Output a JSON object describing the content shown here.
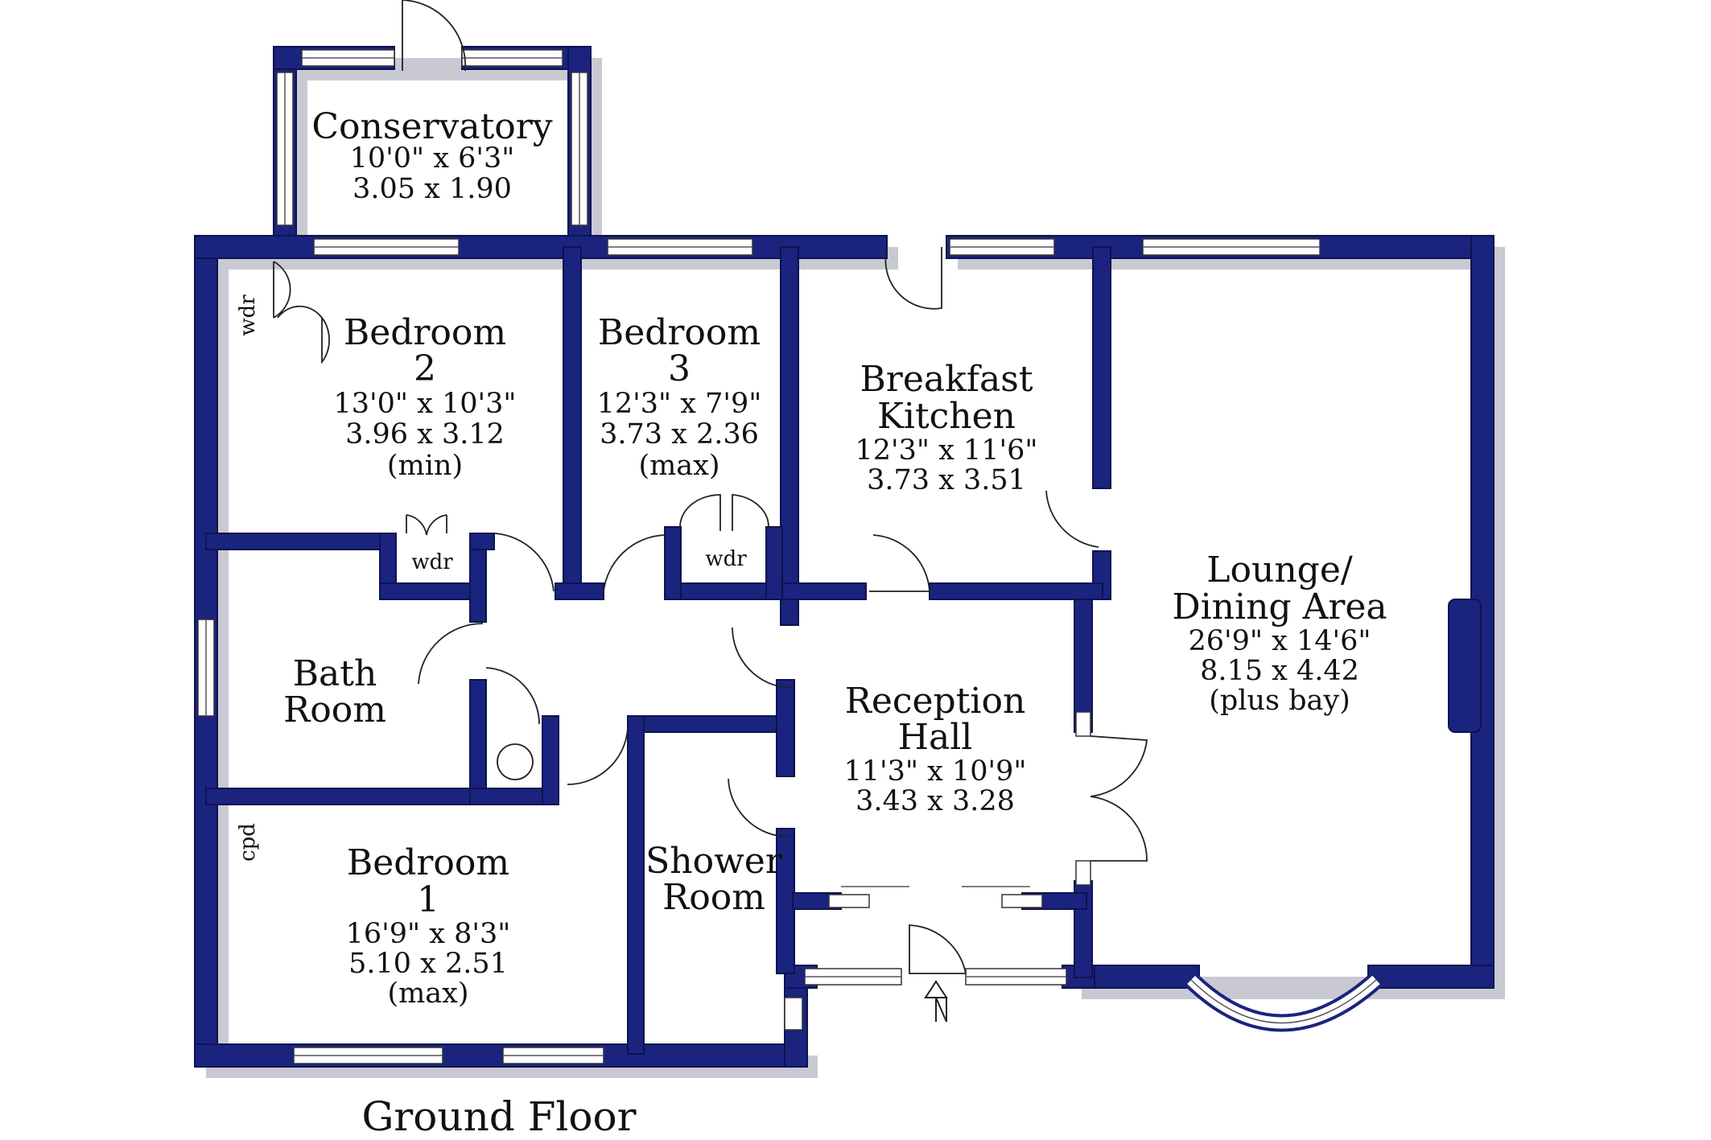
{
  "floor_label": "Ground Floor",
  "rooms": {
    "conservatory": {
      "name": "Conservatory",
      "imperial": "10'0\"  x  6'3\"",
      "metric": "3.05  x  1.90"
    },
    "bedroom2": {
      "name_1": "Bedroom",
      "name_2": "2",
      "imperial": "13'0\"  x  10'3\"",
      "metric": "3.96  x  3.12",
      "note": "(min)"
    },
    "bedroom3": {
      "name_1": "Bedroom",
      "name_2": "3",
      "imperial": "12'3\"  x  7'9\"",
      "metric": "3.73  x  2.36",
      "note": "(max)"
    },
    "kitchen": {
      "name_1": "Breakfast",
      "name_2": "Kitchen",
      "imperial": "12'3\"  x  11'6\"",
      "metric": "3.73  x  3.51"
    },
    "lounge": {
      "name_1": "Lounge/",
      "name_2": "Dining Area",
      "imperial": "26'9\"  x  14'6\"",
      "metric": "8.15  x  4.42",
      "note": "(plus bay)"
    },
    "bathroom": {
      "name_1": "Bath",
      "name_2": "Room"
    },
    "reception": {
      "name_1": "Reception",
      "name_2": "Hall",
      "imperial": "11'3\"  x  10'9\"",
      "metric": "3.43  x  3.28"
    },
    "bedroom1": {
      "name_1": "Bedroom",
      "name_2": "1",
      "imperial": "16'9\"  x  8'3\"",
      "metric": "5.10  x  2.51",
      "note": "(max)"
    },
    "shower": {
      "name_1": "Shower",
      "name_2": "Room"
    }
  },
  "storage": {
    "wdr_bed2": "wdr",
    "wdr_bath": "wdr",
    "wdr_bed3": "wdr",
    "cpd_bed1": "cpd"
  },
  "colors": {
    "wall": "#1a237e",
    "background": "#ffffff",
    "text": "#111111"
  },
  "icons": {
    "entrance": "up-arrow-icon"
  }
}
